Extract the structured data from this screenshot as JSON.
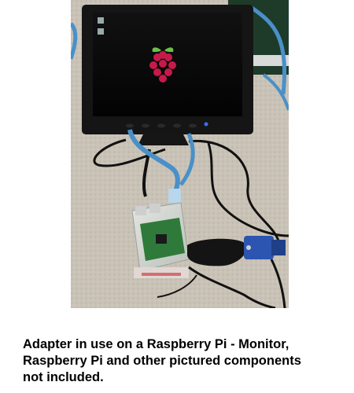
{
  "photo": {
    "subject": "raspberry-pi-with-monitor-photo"
  },
  "caption": {
    "lines": [
      "Adapter in use on a Raspberry Pi - Monitor,",
      "Raspberry Pi and other pictured components",
      "not included."
    ]
  },
  "colors": {
    "background": "#ffffff",
    "caption_text": "#000000",
    "carpet": "#c9c2b6",
    "monitor_bezel": "#151515",
    "screen": "#050505",
    "ethernet_cable": "#4a90c8",
    "vga_connector": "#2b55b0",
    "raspberry_logo_red": "#c51a4a",
    "raspberry_logo_green": "#6cc04a"
  }
}
